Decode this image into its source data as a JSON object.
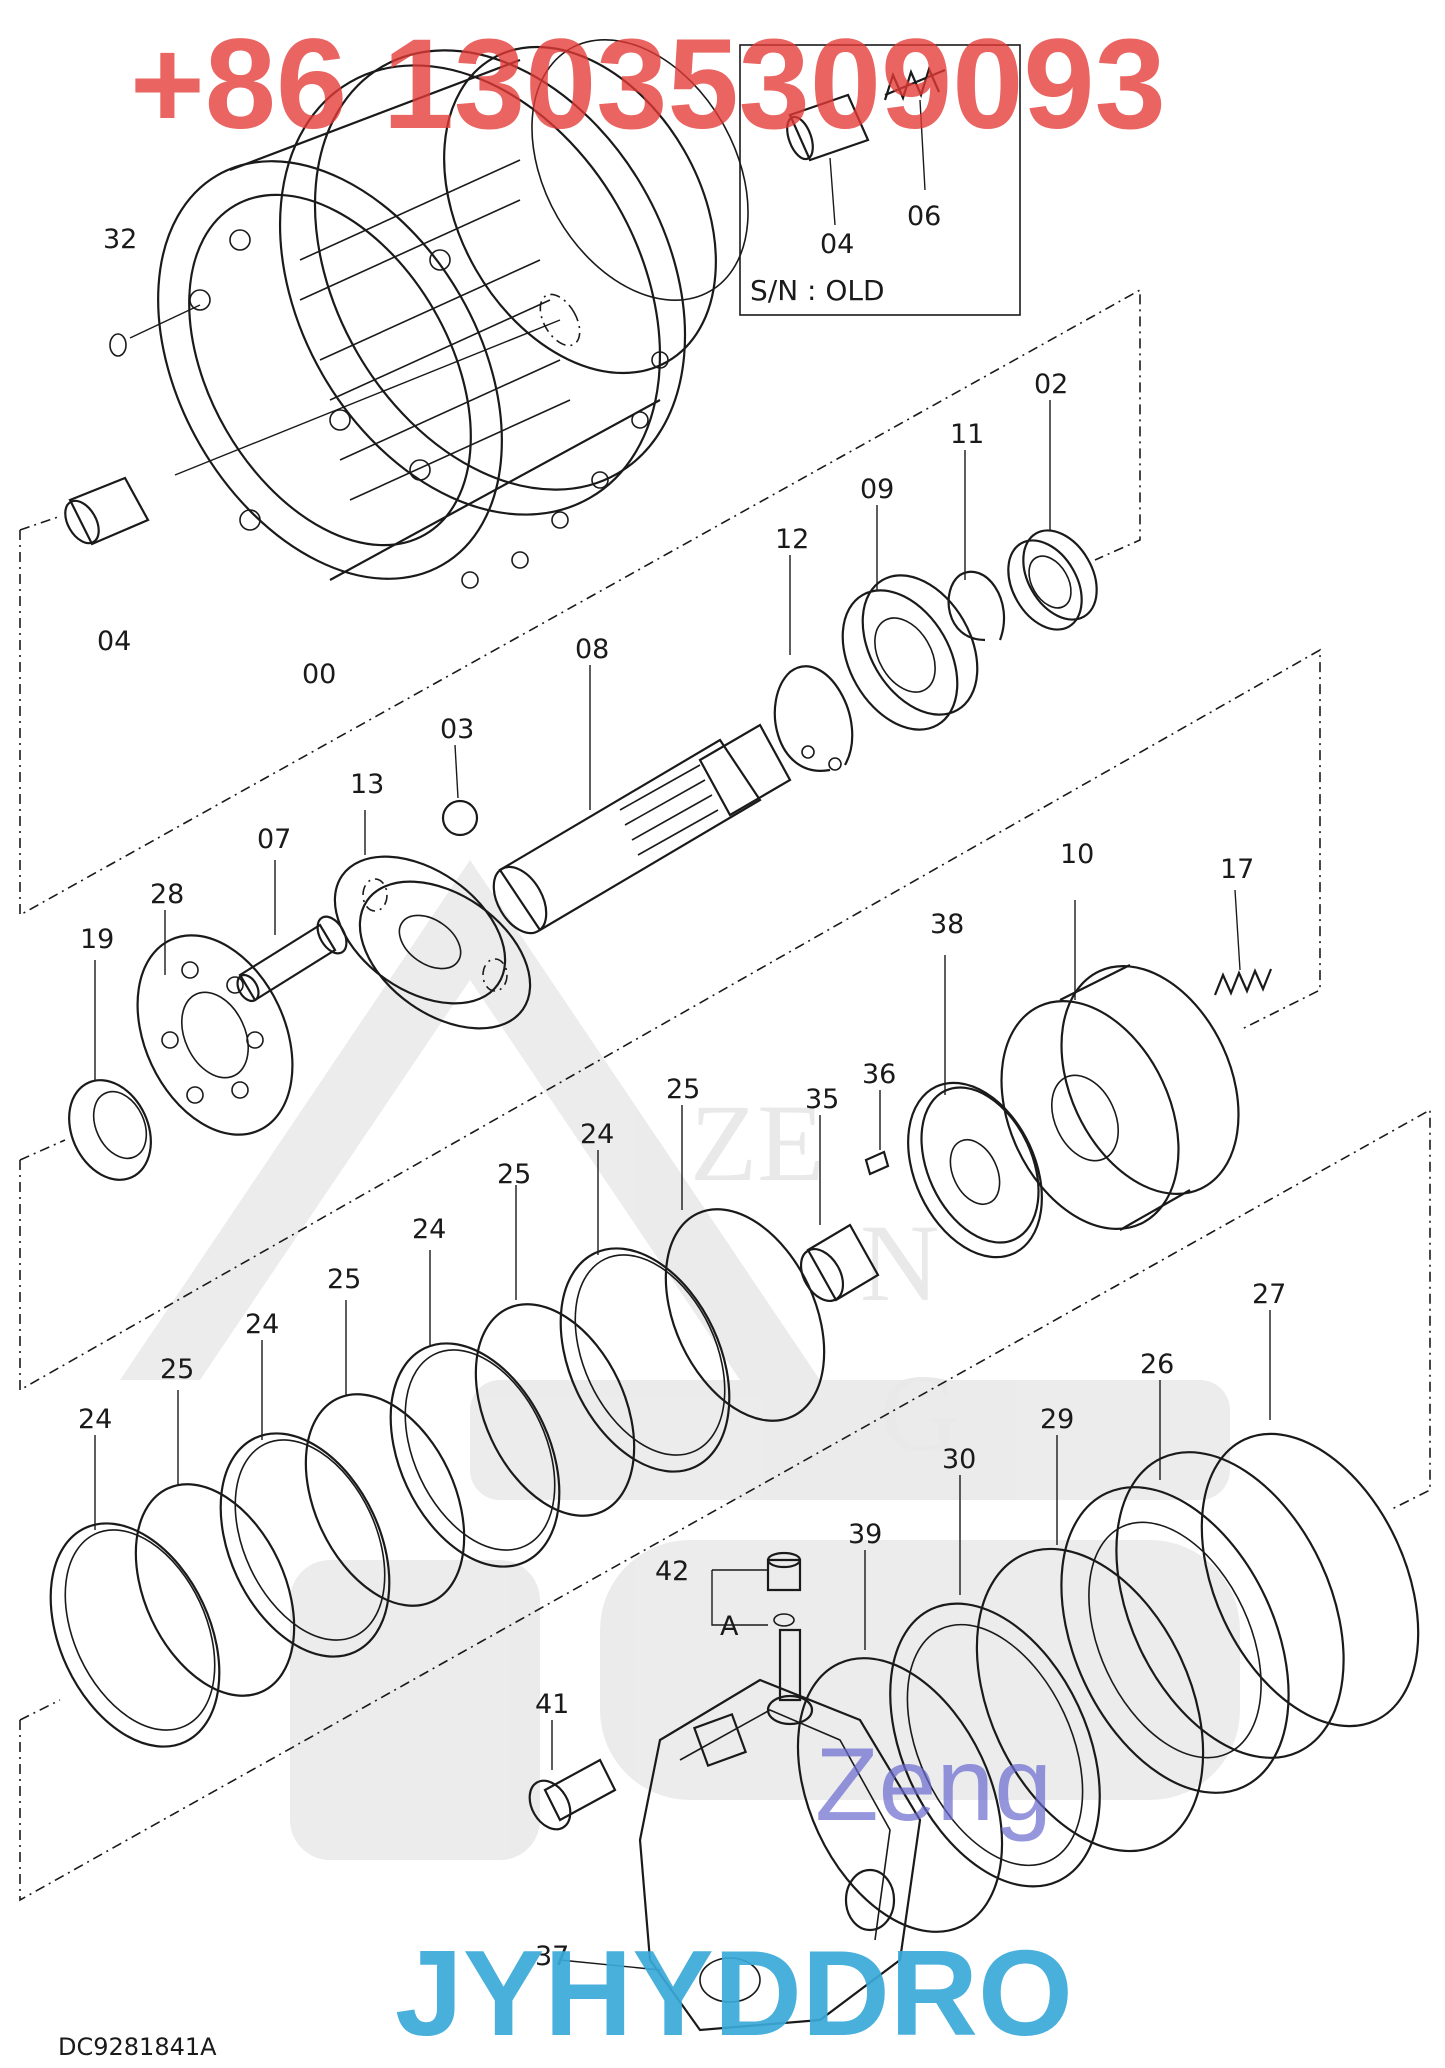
{
  "watermarks": {
    "phone": "+86 13035309093",
    "brand": "JYHYDDRO",
    "zeng": "Zeng",
    "bg_letters": [
      "ZE",
      "N",
      "G"
    ]
  },
  "inset": {
    "caption": "S/N : OLD"
  },
  "drawing_code": "DC9281841A",
  "callout_a": "A",
  "parts": [
    {
      "id": "p32",
      "num": "32"
    },
    {
      "id": "p04a",
      "num": "04"
    },
    {
      "id": "p06",
      "num": "06"
    },
    {
      "id": "p04b",
      "num": "04"
    },
    {
      "id": "p00",
      "num": "00"
    },
    {
      "id": "p02",
      "num": "02"
    },
    {
      "id": "p11",
      "num": "11"
    },
    {
      "id": "p09",
      "num": "09"
    },
    {
      "id": "p12",
      "num": "12"
    },
    {
      "id": "p08",
      "num": "08"
    },
    {
      "id": "p03",
      "num": "03"
    },
    {
      "id": "p13",
      "num": "13"
    },
    {
      "id": "p07",
      "num": "07"
    },
    {
      "id": "p28",
      "num": "28"
    },
    {
      "id": "p19",
      "num": "19"
    },
    {
      "id": "p10",
      "num": "10"
    },
    {
      "id": "p17",
      "num": "17"
    },
    {
      "id": "p38",
      "num": "38"
    },
    {
      "id": "p36",
      "num": "36"
    },
    {
      "id": "p35",
      "num": "35"
    },
    {
      "id": "p25a",
      "num": "25"
    },
    {
      "id": "p24a",
      "num": "24"
    },
    {
      "id": "p25b",
      "num": "25"
    },
    {
      "id": "p24b",
      "num": "24"
    },
    {
      "id": "p25c",
      "num": "25"
    },
    {
      "id": "p24c",
      "num": "24"
    },
    {
      "id": "p25d",
      "num": "25"
    },
    {
      "id": "p24d",
      "num": "24"
    },
    {
      "id": "p27",
      "num": "27"
    },
    {
      "id": "p26",
      "num": "26"
    },
    {
      "id": "p29",
      "num": "29"
    },
    {
      "id": "p30",
      "num": "30"
    },
    {
      "id": "p39",
      "num": "39"
    },
    {
      "id": "p42",
      "num": "42"
    },
    {
      "id": "p41",
      "num": "41"
    },
    {
      "id": "p37",
      "num": "37"
    }
  ],
  "colors": {
    "ink": "#1a1a1a",
    "phone": "#e53935",
    "brand": "#3aa9d9",
    "zeng": "#6a6ad0"
  }
}
